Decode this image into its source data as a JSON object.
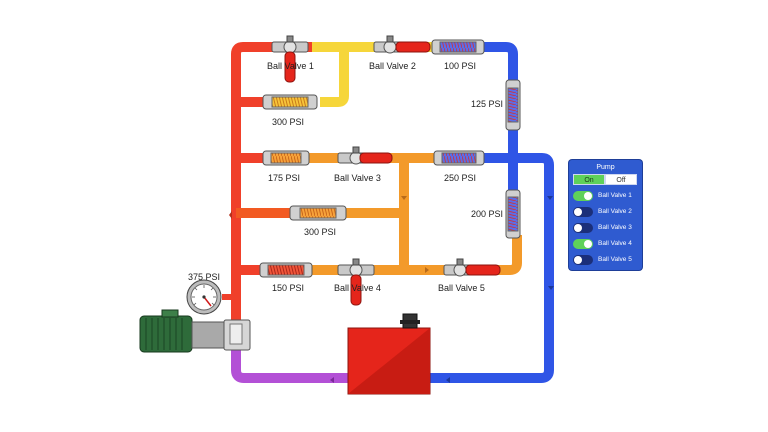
{
  "labels": {
    "bv1": "Ball Valve 1",
    "bv2": "Ball Valve 2",
    "bv3": "Ball Valve 3",
    "bv4": "Ball Valve 4",
    "bv5": "Ball Valve 5",
    "psi100": "100 PSI",
    "psi125": "125 PSI",
    "psi150": "150 PSI",
    "psi175": "175 PSI",
    "psi200": "200 PSI",
    "psi250": "250 PSI",
    "psi300a": "300 PSI",
    "psi300b": "300 PSI",
    "gauge": "375 PSI"
  },
  "panel": {
    "title": "Pump",
    "on_label": "On",
    "off_label": "Off",
    "pump_state": "On",
    "valves": [
      {
        "label": "Ball Valve 1",
        "on": true
      },
      {
        "label": "Ball Valve 2",
        "on": false
      },
      {
        "label": "Ball Valve 3",
        "on": false
      },
      {
        "label": "Ball Valve 4",
        "on": true
      },
      {
        "label": "Ball Valve 5",
        "on": false
      }
    ]
  },
  "colors": {
    "pipe_red": "#f0402a",
    "pipe_orange_red": "#f25a22",
    "pipe_orange": "#f39a2a",
    "pipe_yellow": "#f6d63a",
    "pipe_blue": "#2f55e6",
    "pipe_purple": "#b350d6",
    "tank_red": "#e5251b",
    "panel_blue": "#2f5bd0",
    "toggle_on": "#5fd15a",
    "toggle_off": "#1b2f7a"
  }
}
